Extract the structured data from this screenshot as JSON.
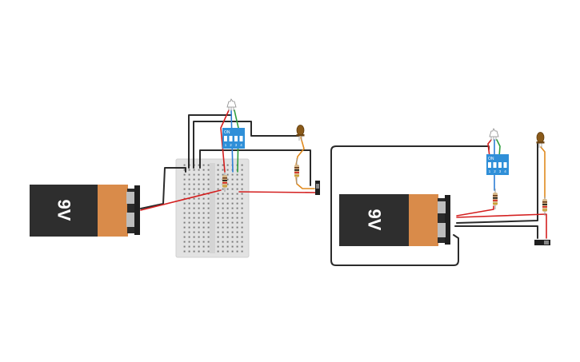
{
  "circuits": [
    {
      "battery": {
        "label": "9V"
      },
      "dip_switch": {
        "on_label": "ON",
        "positions": [
          "1",
          "2",
          "3",
          "4"
        ]
      }
    },
    {
      "battery": {
        "label": "9V"
      },
      "dip_switch": {
        "on_label": "ON",
        "positions": [
          "1",
          "2",
          "3",
          "4"
        ]
      }
    }
  ],
  "colors": {
    "wire_red": "#d42020",
    "wire_black": "#2b2b2b",
    "wire_green": "#2e9e3e",
    "wire_blue": "#2d7fd6",
    "wire_orange": "#e08a1e",
    "battery_body": "#2e2e2e",
    "battery_cap": "#d98b4a",
    "dip_body": "#2f8fd8",
    "breadboard": "#e2e2e2",
    "led": "#8a5a1a"
  }
}
